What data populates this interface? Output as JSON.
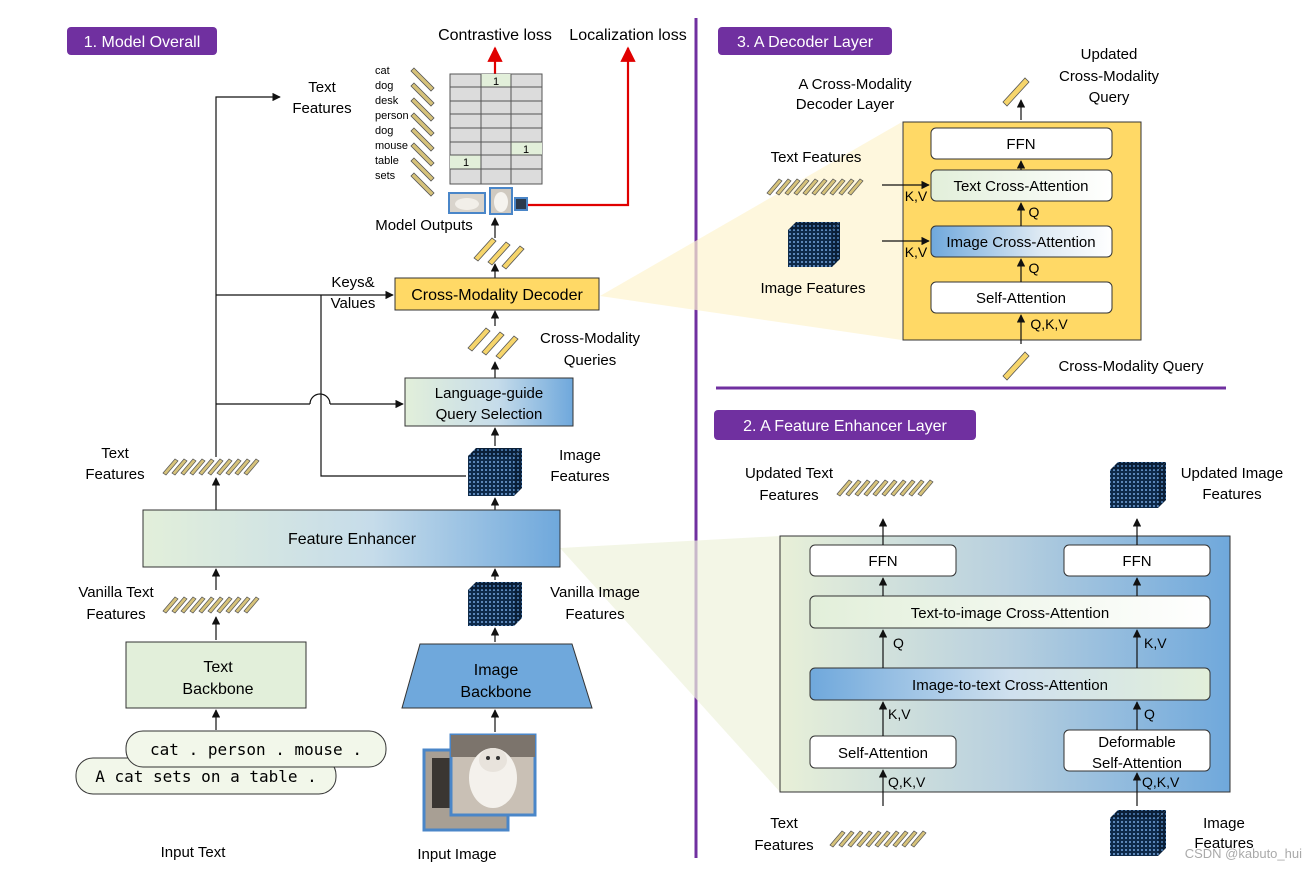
{
  "sections": {
    "model_overall": "1. Model Overall",
    "decoder_layer": "3. A Decoder Layer",
    "feature_enhancer_layer": "2. A Feature Enhancer Layer"
  },
  "overall": {
    "contrastive_loss": "Contrastive loss",
    "localization_loss": "Localization loss",
    "text_features_top": [
      "Text",
      "Features"
    ],
    "model_outputs": "Model Outputs",
    "keys_values": [
      "Keys&",
      "Values"
    ],
    "cross_modality_decoder": "Cross-Modality Decoder",
    "cross_modality_queries": [
      "Cross-Modality",
      "Queries"
    ],
    "query_selection": [
      "Language-guide",
      "Query Selection"
    ],
    "text_features_mid": [
      "Text",
      "Features"
    ],
    "image_features_mid": [
      "Image",
      "Features"
    ],
    "feature_enhancer": "Feature Enhancer",
    "vanilla_text_features": [
      "Vanilla Text",
      "Features"
    ],
    "vanilla_image_features": [
      "Vanilla Image",
      "Features"
    ],
    "text_backbone": [
      "Text",
      "Backbone"
    ],
    "image_backbone": [
      "Image",
      "Backbone"
    ],
    "input_text_1": "cat . person . mouse .",
    "input_text_2": "A cat sets on a table .",
    "input_text_label": "Input Text",
    "input_image_label": "Input Image",
    "token_words": [
      "cat",
      "dog",
      "desk",
      "person",
      "dog",
      "mouse",
      "table",
      "sets"
    ],
    "grid_marks": [
      "1",
      "1",
      "1"
    ]
  },
  "decoder": {
    "title": [
      "A Cross-Modality",
      "Decoder Layer"
    ],
    "updated_query": [
      "Updated",
      "Cross-Modality",
      "Query"
    ],
    "ffn": "FFN",
    "text_cross_attention": "Text Cross-Attention",
    "image_cross_attention": "Image Cross-Attention",
    "self_attention": "Self-Attention",
    "text_features": "Text Features",
    "image_features": "Image Features",
    "kv_1": "K,V",
    "kv_2": "K,V",
    "q_1": "Q",
    "q_2": "Q",
    "qkv": "Q,K,V",
    "cross_modality_query": "Cross-Modality Query"
  },
  "enhancer": {
    "updated_text_features": [
      "Updated Text",
      "Features"
    ],
    "updated_image_features": [
      "Updated Image",
      "Features"
    ],
    "ffn_left": "FFN",
    "ffn_right": "FFN",
    "text_to_image": "Text-to-image Cross-Attention",
    "image_to_text": "Image-to-text Cross-Attention",
    "self_attention": "Self-Attention",
    "deformable": [
      "Deformable",
      "Self-Attention"
    ],
    "q_left": "Q",
    "kv_right": "K,V",
    "kv_left": "K,V",
    "q_right": "Q",
    "qkv_left": "Q,K,V",
    "qkv_right": "Q,K,V",
    "text_features": [
      "Text",
      "Features"
    ],
    "image_features": [
      "Image",
      "Features"
    ]
  },
  "watermark": "CSDN @kabuto_hui",
  "colors": {
    "section_badge": "#7030a0",
    "divider": "#7030a0",
    "decoder_box": "#ffd966",
    "green_box": "#e2efda",
    "blue_box": "#6fa8dc",
    "loss_arrow": "#e00000",
    "token_stripe": "#d6c27a"
  }
}
